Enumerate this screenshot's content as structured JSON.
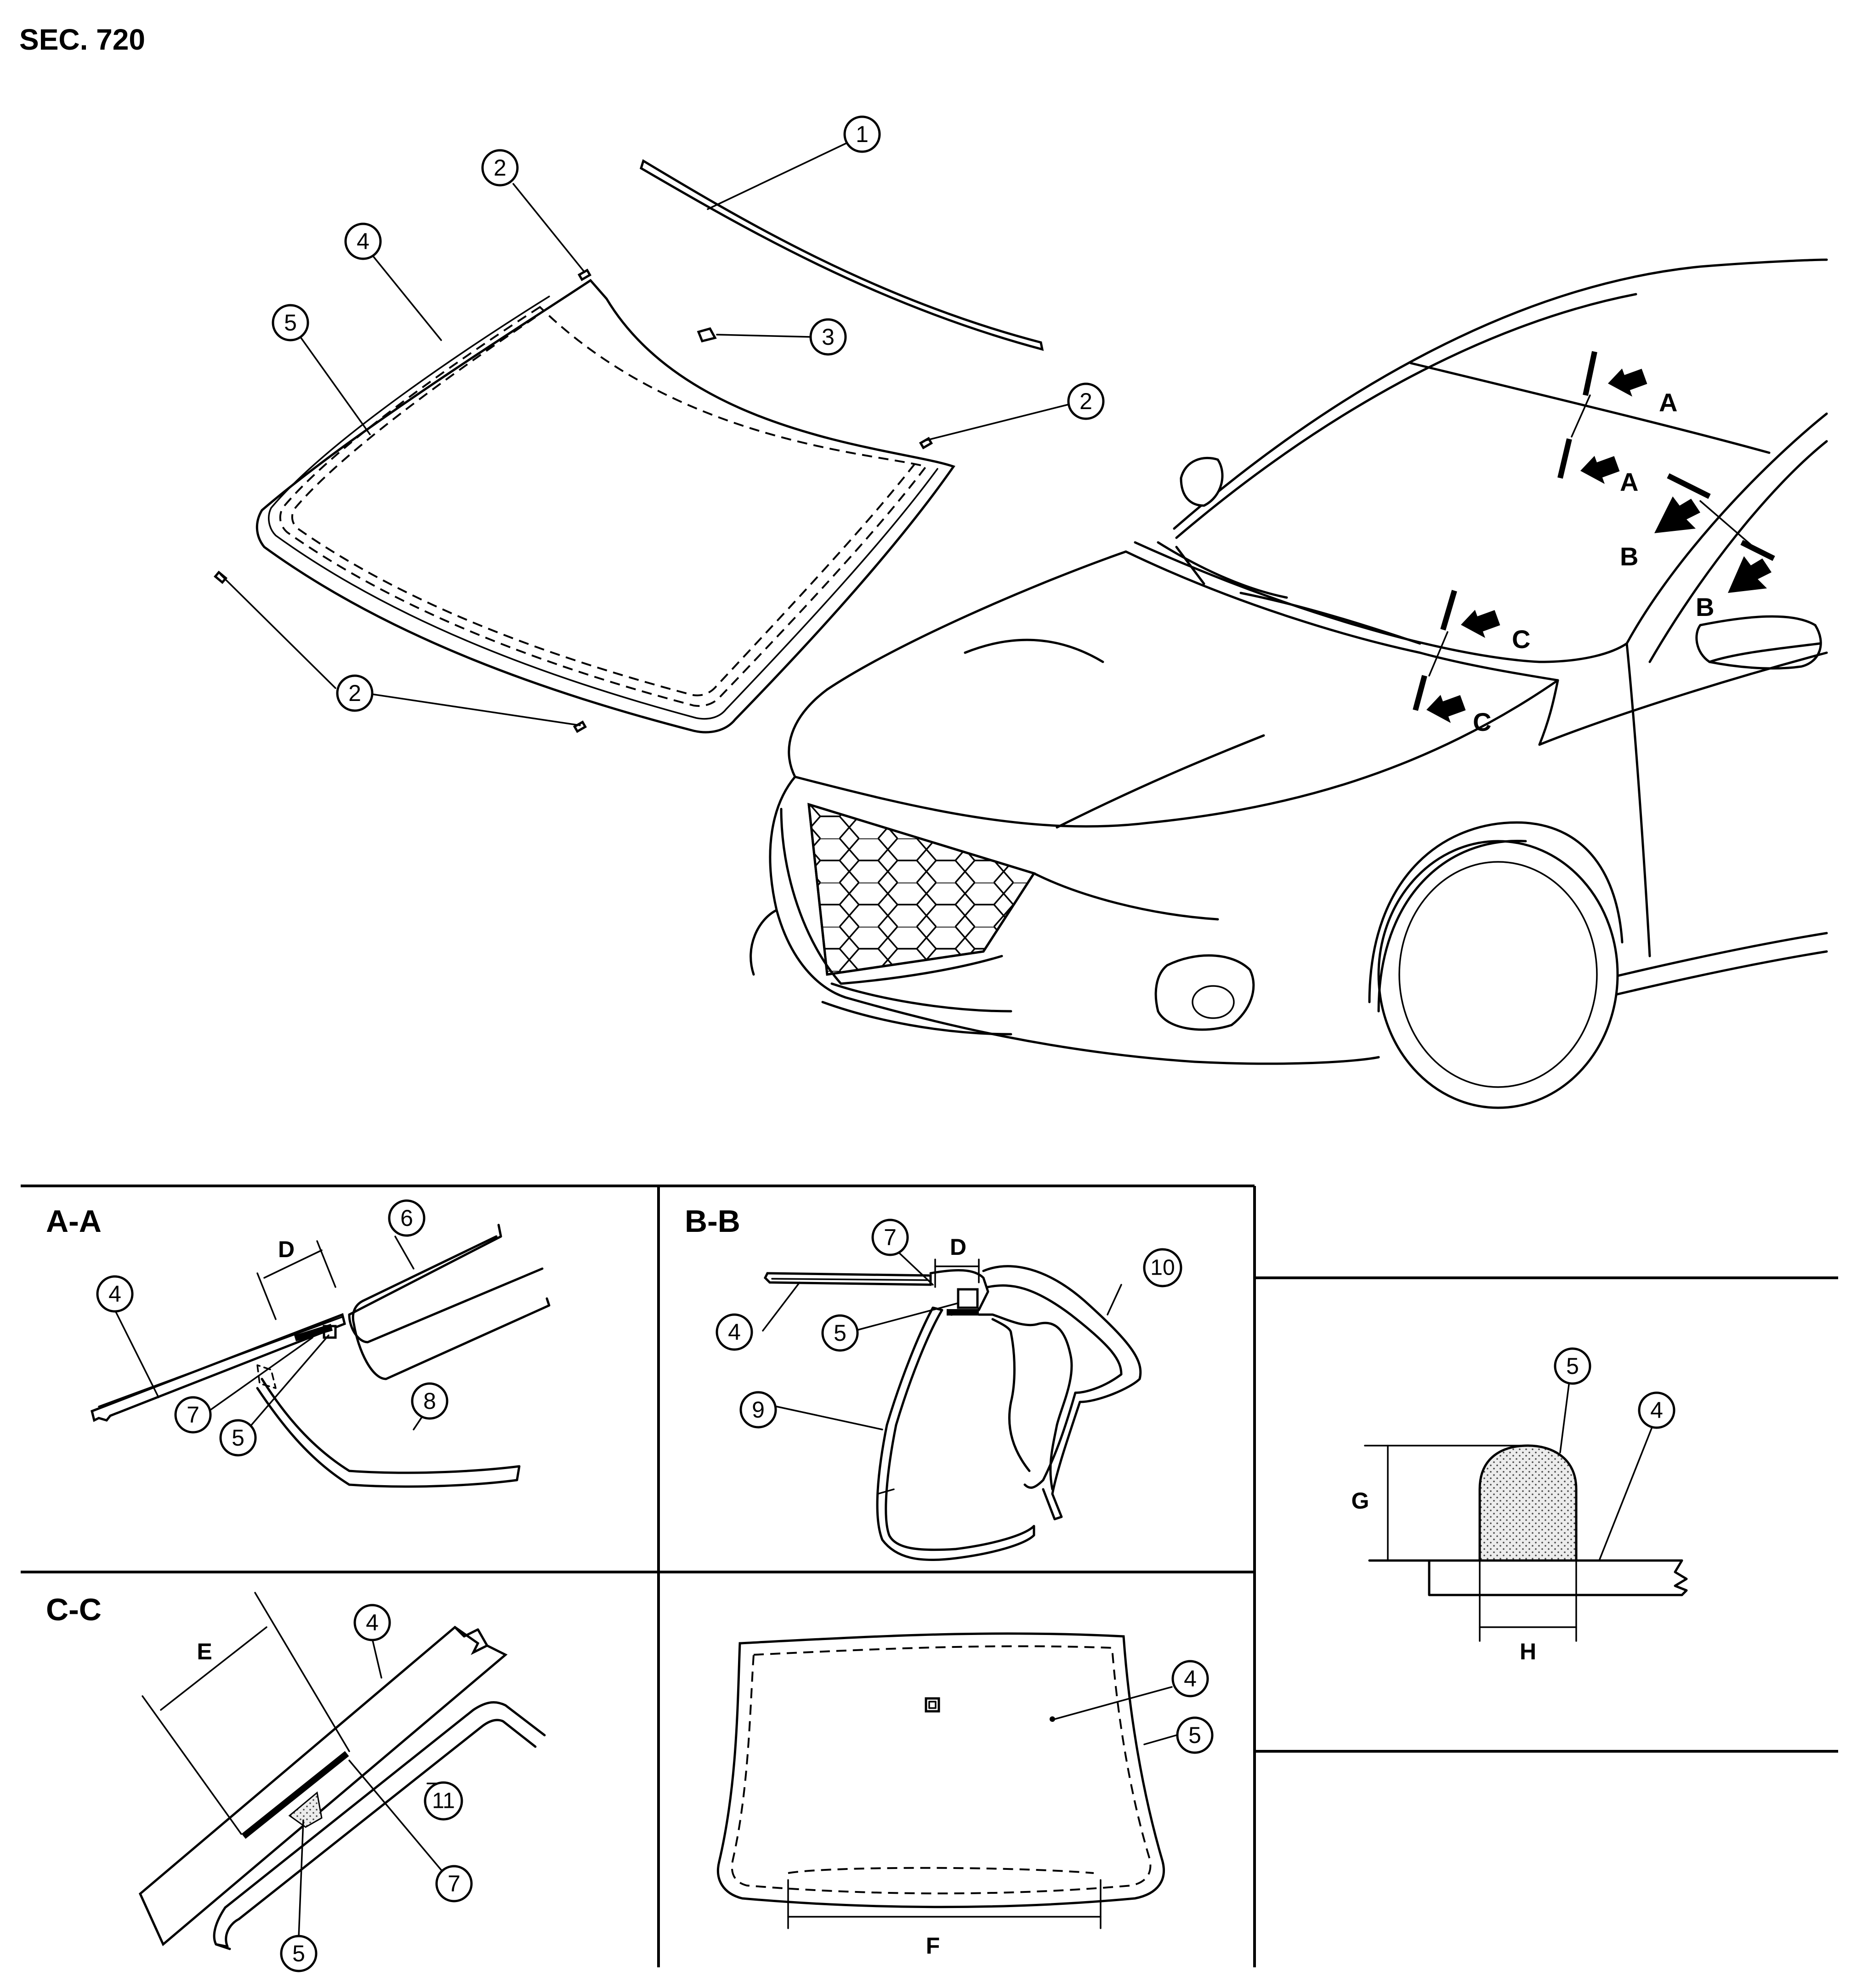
{
  "section_title": "SEC. 720",
  "callouts": {
    "c1": "1",
    "c2a": "2",
    "c2b": "2",
    "c2c": "2",
    "c3": "3",
    "c4": "4",
    "c5": "5"
  },
  "view_arrows": {
    "a1": "A",
    "a2": "A",
    "b1": "B",
    "b2": "B",
    "cc1": "C",
    "cc2": "C"
  },
  "section_aa": {
    "title": "A-A",
    "dim": "D",
    "callouts": {
      "n4": "4",
      "n5": "5",
      "n6": "6",
      "n7": "7",
      "n8": "8"
    }
  },
  "section_bb": {
    "title": "B-B",
    "dim": "D",
    "callouts": {
      "n4": "4",
      "n5": "5",
      "n7": "7",
      "n9": "9",
      "n10": "10"
    }
  },
  "section_cc": {
    "title": "C-C",
    "dim": "E",
    "callouts": {
      "n4": "4",
      "n5": "5",
      "n7": "7",
      "n11": "11"
    }
  },
  "windshield_view": {
    "dim": "F",
    "callouts": {
      "n4": "4",
      "n5": "5"
    }
  },
  "bead_profile": {
    "dim_height": "G",
    "dim_width": "H",
    "callouts": {
      "n4": "4",
      "n5": "5"
    }
  }
}
